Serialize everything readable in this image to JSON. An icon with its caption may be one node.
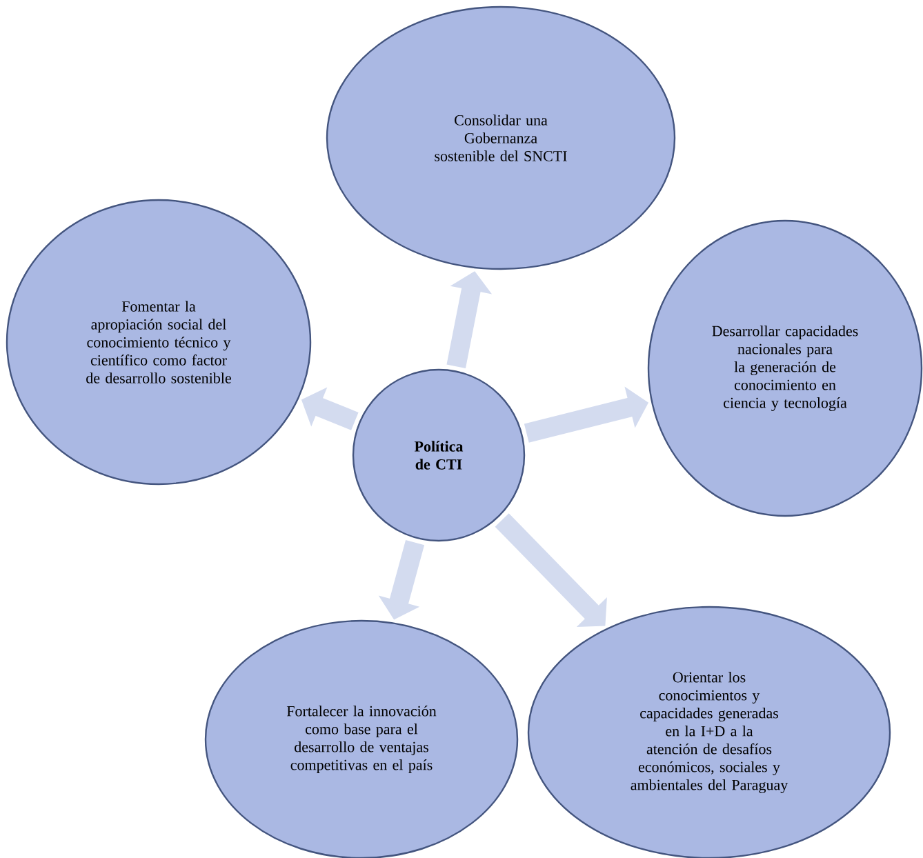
{
  "diagram": {
    "nodes": [
      {
        "text": [
          "**Política de CTI**"
        ]
      },
      {
        "text": [
          "Consolidar una Gobernanza sostenible del SNCTI"
        ]
      },
      {
        "text": [
          "Desarrollar capacidades nacionales para la generación de conocimiento en ciencia y tecnología"
        ]
      },
      {
        "text": [
          "Orientar los conocimientos y capacidades generadas en la I+D a la atención de desafíos económicos, sociales y ambientales del Paraguay"
        ]
      },
      {
        "text": [
          "Fortalecer la innovación como base para el desarrollo de ventajas competitivas en el país"
        ]
      },
      {
        "text": [
          "Fomentar la apropiación social del conocimiento técnico y científico como factor de desarrollo sostenible"
        ]
      }
    ],
    "edges": [
      {
        "from": 0,
        "to": 1,
        "arrow": "to"
      },
      {
        "from": 0,
        "to": 2,
        "arrow": "to"
      },
      {
        "from": 0,
        "to": 3,
        "arrow": "to"
      },
      {
        "from": 0,
        "to": 4,
        "arrow": "to"
      },
      {
        "from": 0,
        "to": 5,
        "arrow": "to"
      }
    ]
  }
}
